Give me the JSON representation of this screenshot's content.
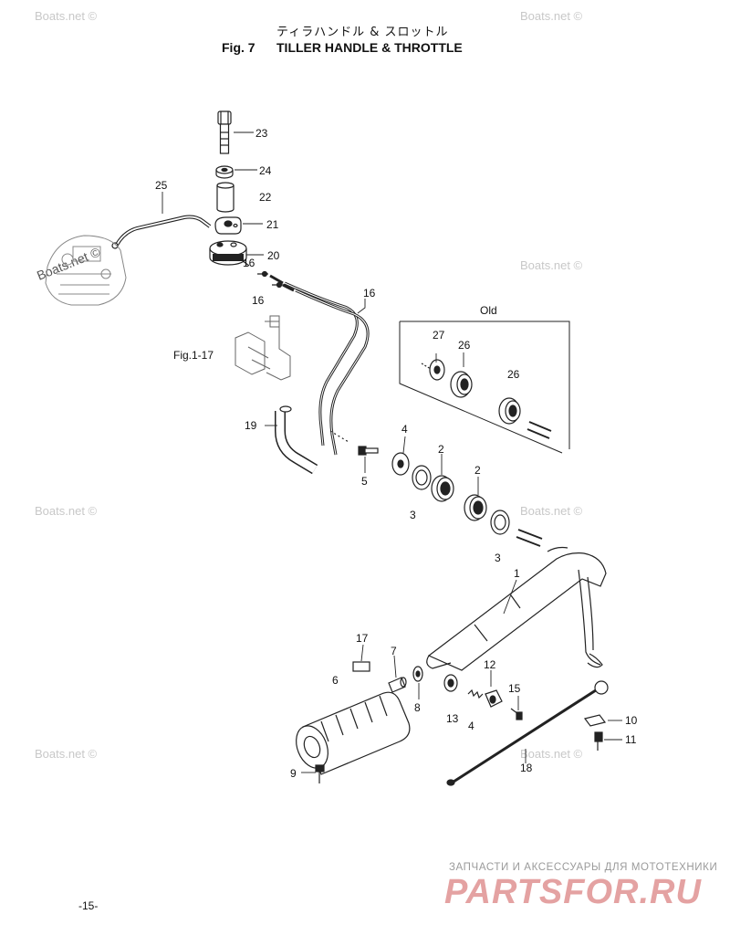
{
  "header": {
    "jp_title": "ティラハンドル & スロットル",
    "fig_number": "Fig. 7",
    "fig_title": "TILLER HANDLE & THROTTLE"
  },
  "watermarks": {
    "text": "Boats.net ©"
  },
  "callouts": {
    "p1": "1",
    "p2a": "2",
    "p2b": "2",
    "p3a": "3",
    "p3b": "3",
    "p4a": "4",
    "p4b": "4",
    "p5": "5",
    "p6": "6",
    "p7": "7",
    "p8": "8",
    "p9": "9",
    "p10": "10",
    "p11": "11",
    "p12": "12",
    "p13": "13",
    "p15": "15",
    "p16a": "16",
    "p16b": "16",
    "p17": "17",
    "p18": "18",
    "p19": "19",
    "p20": "20",
    "p21": "21",
    "p22": "22",
    "p23": "23",
    "p24": "24",
    "p25": "25",
    "p26a": "26",
    "p26b": "26",
    "p27": "27"
  },
  "fig_reference": "Fig.1-17",
  "old_group_label": "Old",
  "page_number": "-15-",
  "ad": {
    "tagline": "ЗАПЧАСТИ И АКСЕССУАРЫ ДЛЯ МОТОТЕХНИКИ",
    "logo": "PARTSFOR.RU"
  }
}
